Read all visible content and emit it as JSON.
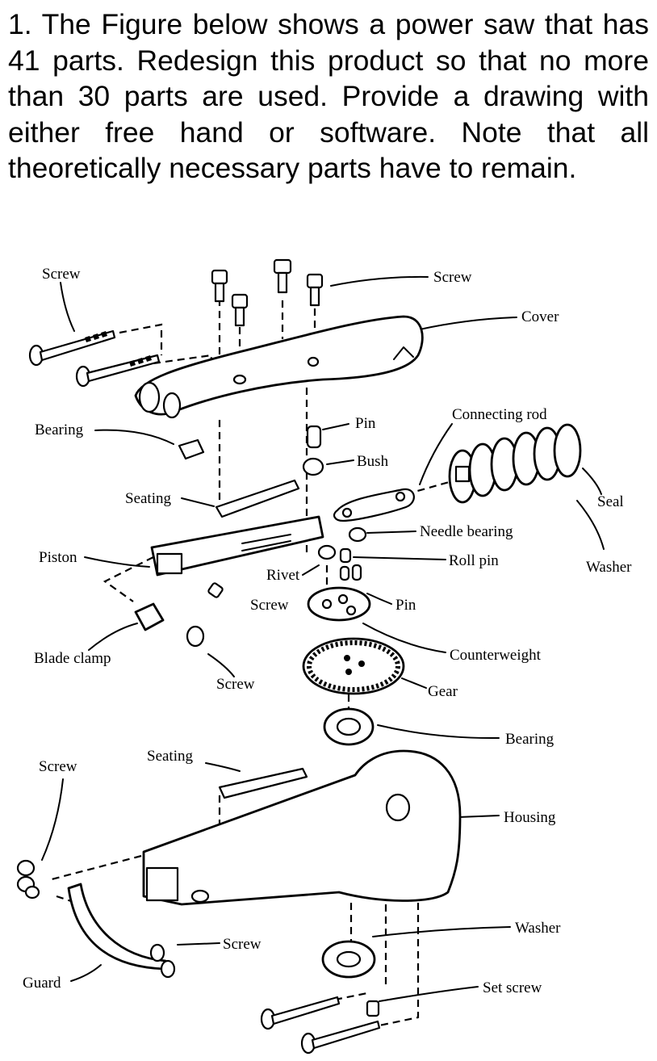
{
  "question": {
    "text": "1.  The Figure below shows a power saw that has 41 parts.  Redesign this product so that no more than 30 parts are used.   Provide a drawing with either free hand or software.  Note that all theoretically necessary parts have to remain."
  },
  "figure": {
    "labels": {
      "screw_top_left": "Screw",
      "screw_top_right": "Screw",
      "cover": "Cover",
      "bearing_upper": "Bearing",
      "pin_upper": "Pin",
      "connecting_rod": "Connecting rod",
      "bush": "Bush",
      "seating_upper": "Seating",
      "seal": "Seal",
      "needle_bearing": "Needle bearing",
      "piston": "Piston",
      "roll_pin": "Roll pin",
      "washer_right": "Washer",
      "rivet": "Rivet",
      "screw_mid": "Screw",
      "pin_lower": "Pin",
      "counterweight": "Counterweight",
      "blade_clamp": "Blade clamp",
      "screw_clamp": "Screw",
      "gear": "Gear",
      "bearing_lower": "Bearing",
      "seating_lower": "Seating",
      "screw_left": "Screw",
      "housing": "Housing",
      "washer_lower": "Washer",
      "screw_guard": "Screw",
      "guard": "Guard",
      "set_screw": "Set screw"
    }
  }
}
